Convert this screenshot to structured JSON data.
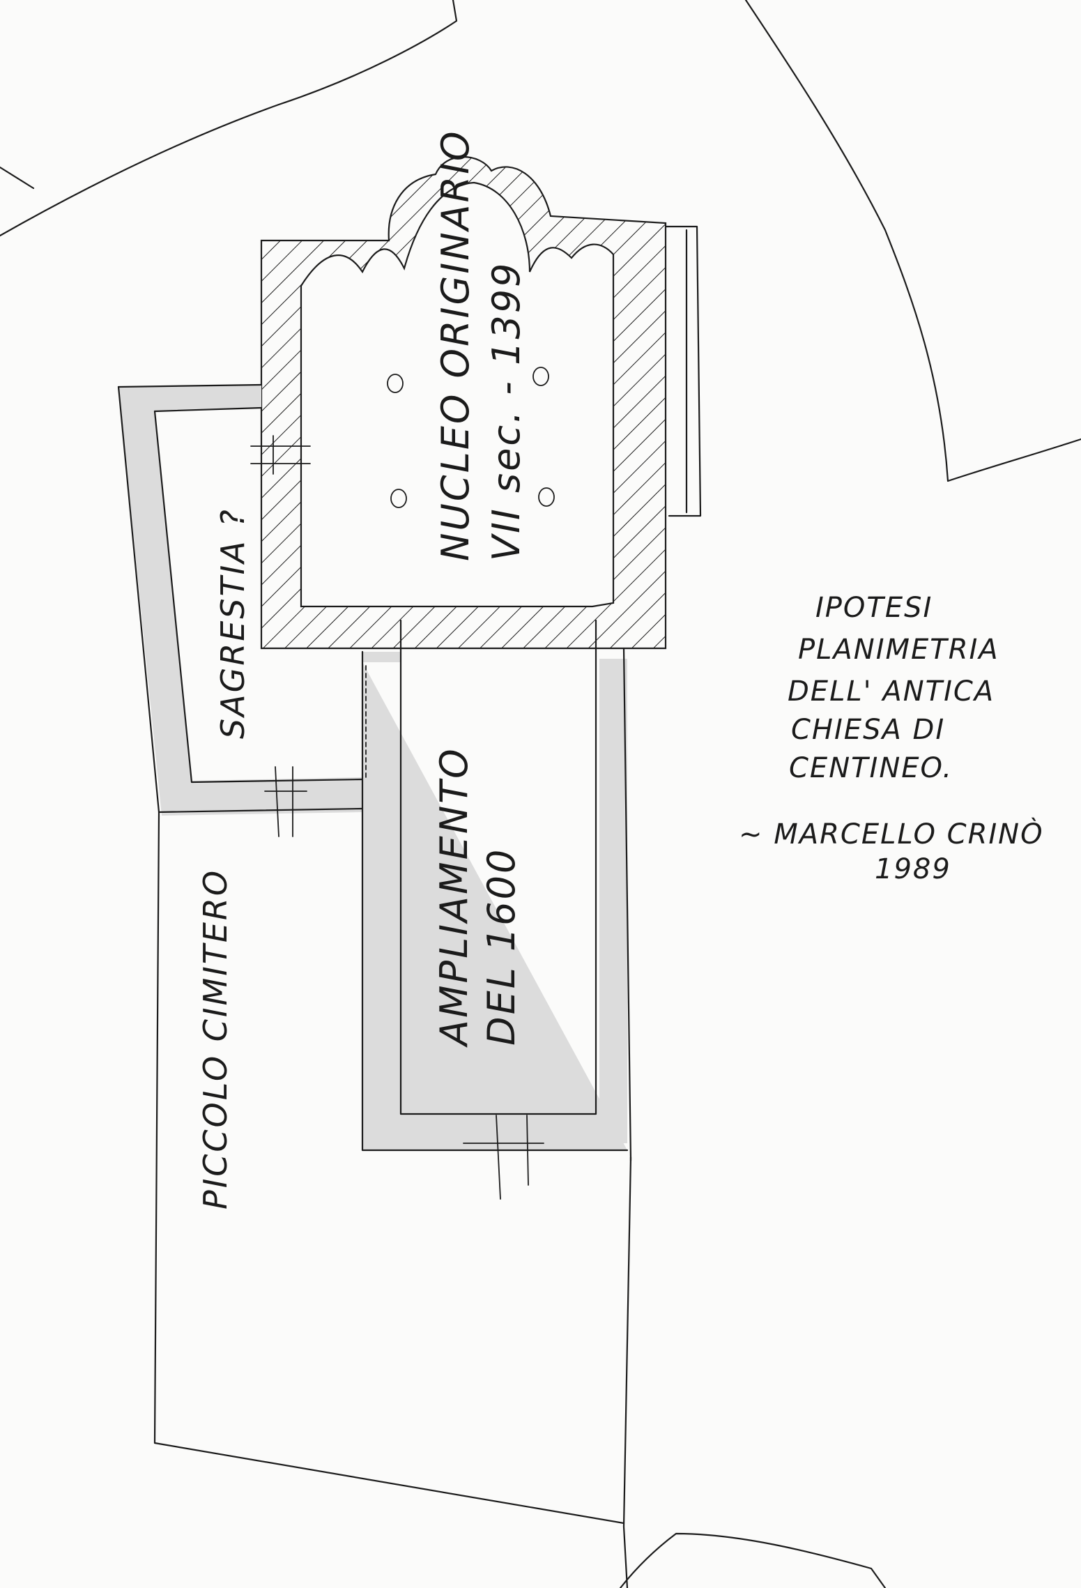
{
  "labels": {
    "nucleo_line1": "NUCLEO ORIGINARIO",
    "nucleo_line2": "VII sec. - 1399",
    "sagrestia": "SAGRESTIA ?",
    "ampliamento_line1": "AMPLIAMENTO",
    "ampliamento_line2": "DEL 1600",
    "cimitero": "PICCOLO CIMITERO"
  },
  "caption": {
    "lines": [
      "IPOTESI",
      "PLANIMETRIA",
      "DELL' ANTICA",
      "CHIESA DI",
      "CENTINEO."
    ],
    "author": "~ MARCELLO CRINÒ",
    "year": "1989"
  },
  "colors": {
    "ink": "#1b1b1b",
    "paper": "#fbfbfa",
    "wall_shading": "#dcdcdc"
  }
}
